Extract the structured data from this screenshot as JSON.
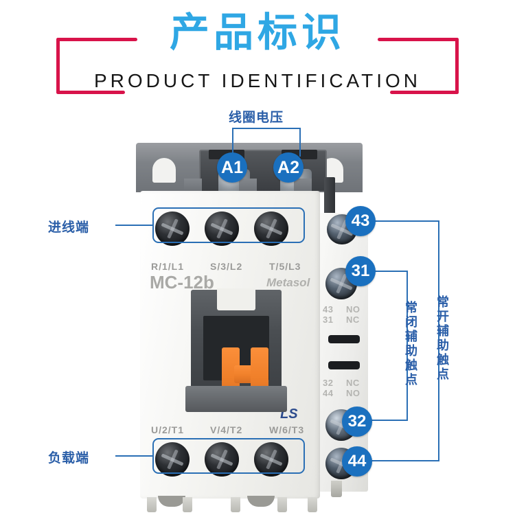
{
  "header": {
    "title_cn": "产品标识",
    "title_en": "PRODUCT IDENTIFICATION",
    "title_cn_color": "#2fa7e4",
    "title_en_color": "#161616",
    "bracket_color": "#d8134a"
  },
  "annotation": {
    "accent_color": "#1a70bf",
    "line_color": "#2a6fb5",
    "label_color": "#2a5ea8",
    "coil_voltage_label": "线圈电压",
    "incoming_terminal_label": "进线端",
    "load_terminal_label": "负载端",
    "nc_aux_contact_label": "常闭辅助触点",
    "no_aux_contact_label": "常开辅助触点",
    "callouts": {
      "a1": "A1",
      "a2": "A2",
      "n43": "43",
      "n31": "31",
      "n32": "32",
      "n44": "44"
    }
  },
  "product": {
    "model": "MC-12b",
    "brand": "Metasol",
    "manufacturer_logo": "LS",
    "line_terminals": [
      "R/1/L1",
      "S/3/L2",
      "T/5/L3"
    ],
    "load_terminals": [
      "U/2/T1",
      "V/4/T2",
      "W/6/T3"
    ],
    "side_markings_top": [
      {
        "number": "43",
        "type": "NO"
      },
      {
        "number": "31",
        "type": "NC"
      }
    ],
    "side_markings_bottom": [
      {
        "number": "32",
        "type": "NC"
      },
      {
        "number": "44",
        "type": "NO"
      }
    ],
    "body_color": "#f2f2ee",
    "armature_color": "#f0802a",
    "yoke_color": "#7e8287"
  }
}
